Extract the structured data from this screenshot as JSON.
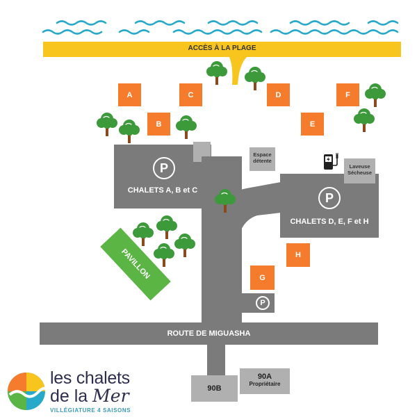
{
  "beach": {
    "label": "ACCÈS À LA PLAGE"
  },
  "chalets": {
    "A": "A",
    "B": "B",
    "C": "C",
    "D": "D",
    "E": "E",
    "F": "F",
    "G": "G",
    "H": "H"
  },
  "parking": {
    "abc_label": "CHALETS A, B et C",
    "defh_label": "CHALETS D, E, F et H",
    "symbol": "P"
  },
  "amenities": {
    "espace_detente_line1": "Espace",
    "espace_detente_line2": "détente",
    "laundry_line1": "Laveuse",
    "laundry_line2": "Sécheuse",
    "ev_charger_icon": "ev-charger-icon"
  },
  "pavillon": {
    "label": "PAVILLON"
  },
  "road": {
    "name": "ROUTE DE MIGUASHA"
  },
  "addresses": {
    "b90": "90B",
    "a90": "90A",
    "a90_sub": "Propriétaire"
  },
  "logo": {
    "line1": "les chalets",
    "line2a": "de la ",
    "line2b": "Mer",
    "tagline": "VILLÉGIATURE 4 SAISONS"
  },
  "colors": {
    "water": "#29a9c9",
    "beach": "#f7c51e",
    "chalet": "#f47c2c",
    "road": "#7b7b7b",
    "pavillon": "#5bb544",
    "tree": "#3c9a3a",
    "trunk": "#8b4a1c"
  }
}
